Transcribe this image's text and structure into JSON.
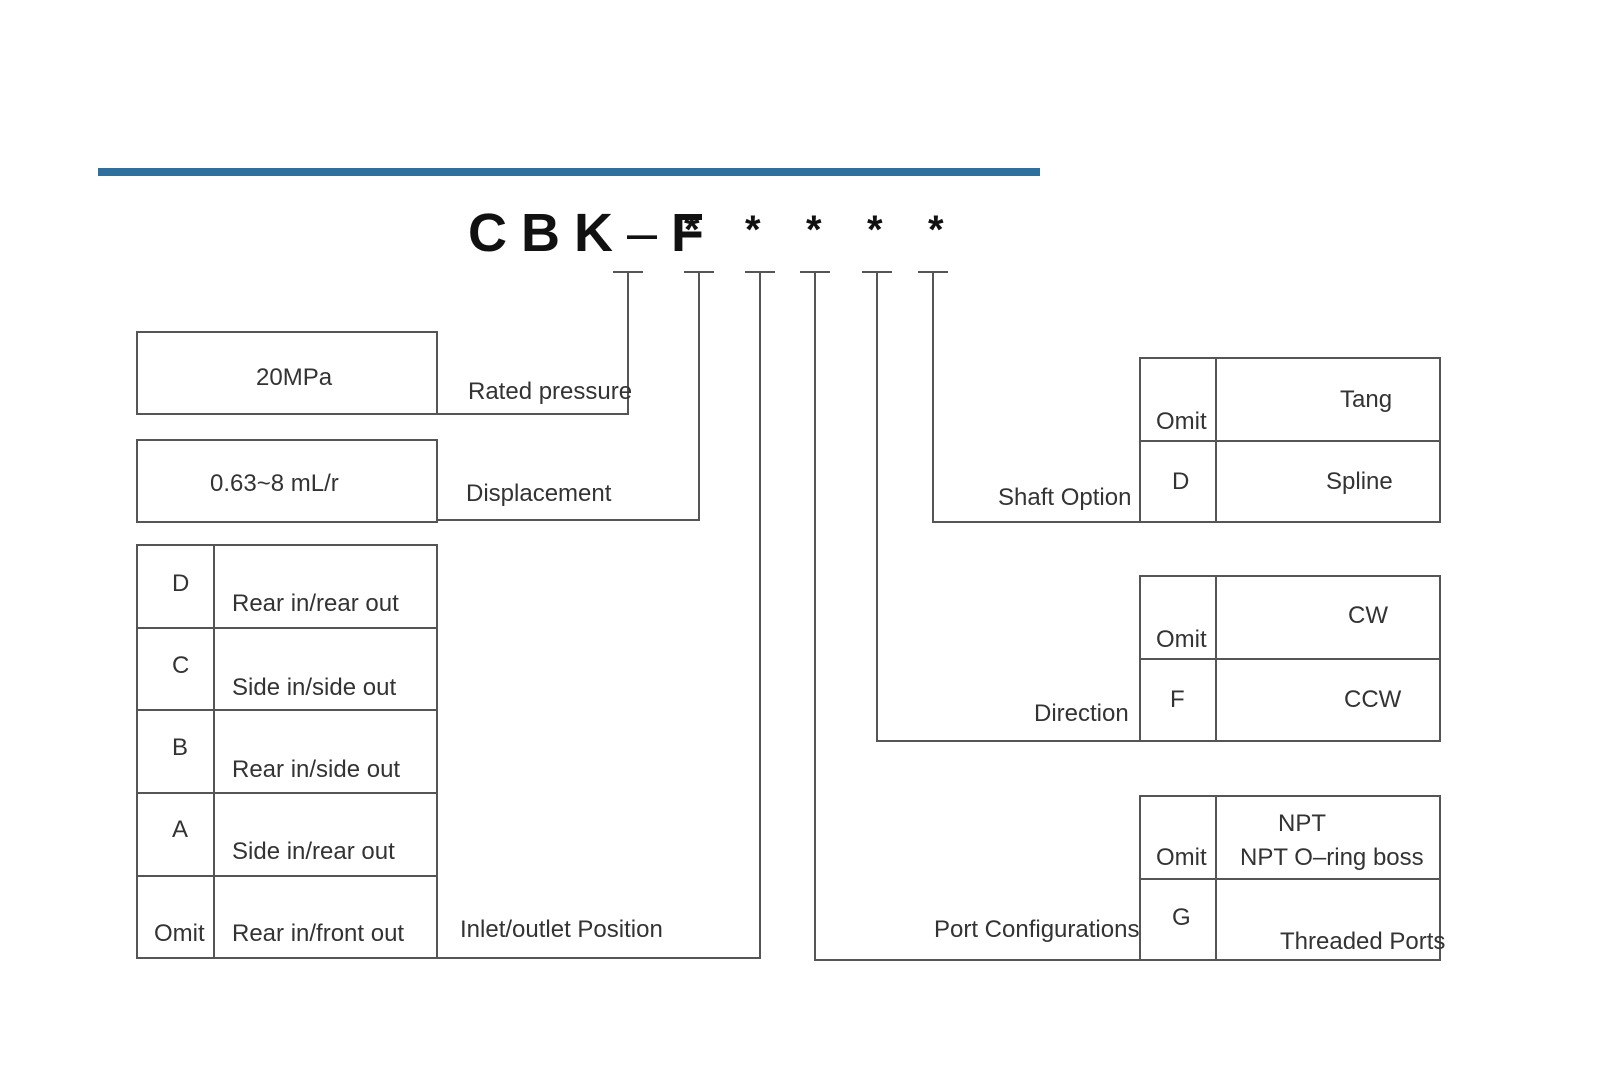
{
  "model": {
    "prefix": "CBK",
    "dash": "–",
    "f": "F",
    "placeholders": [
      "*",
      "*",
      "*",
      "*",
      "*"
    ]
  },
  "left": {
    "rated_pressure": {
      "value": "20MPa",
      "label": "Rated pressure"
    },
    "displacement": {
      "value": "0.63~8 mL/r",
      "label": "Displacement"
    },
    "inlet_outlet": {
      "label": "Inlet/outlet Position",
      "rows": [
        {
          "code": "D",
          "desc": "Rear in/rear out"
        },
        {
          "code": "C",
          "desc": "Side in/side out"
        },
        {
          "code": "B",
          "desc": "Rear in/side out"
        },
        {
          "code": "A",
          "desc": "Side in/rear out"
        },
        {
          "code": "Omit",
          "desc": "Rear in/front out"
        }
      ]
    }
  },
  "right": {
    "shaft_option": {
      "label": "Shaft Option",
      "rows": [
        {
          "code": "Omit",
          "desc": "Tang"
        },
        {
          "code": "D",
          "desc": "Spline"
        }
      ]
    },
    "direction": {
      "label": "Direction",
      "rows": [
        {
          "code": "Omit",
          "desc": "CW"
        },
        {
          "code": "F",
          "desc": "CCW"
        }
      ]
    },
    "port_configurations": {
      "label": "Port Configurations",
      "rows": [
        {
          "code": "Omit",
          "desc_line1": "NPT",
          "desc_line2": "NPT O–ring boss"
        },
        {
          "code": "G",
          "desc": "Threaded Ports"
        }
      ]
    }
  },
  "colors": {
    "accent_bar": "#2f6f9e",
    "line": "#555555",
    "text": "#333333"
  }
}
